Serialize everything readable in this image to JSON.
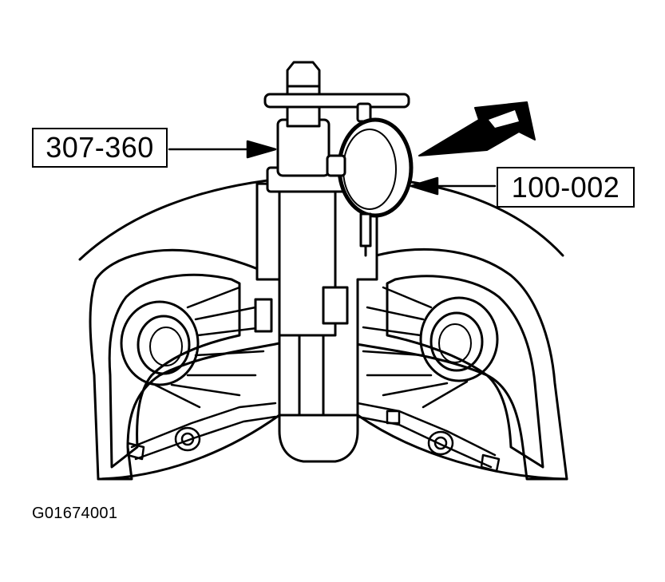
{
  "callouts": {
    "left_tool": "307-360",
    "right_tool": "100-002"
  },
  "figure_id": "G01674001",
  "colors": {
    "ink": "#000000",
    "paper": "#ffffff"
  }
}
